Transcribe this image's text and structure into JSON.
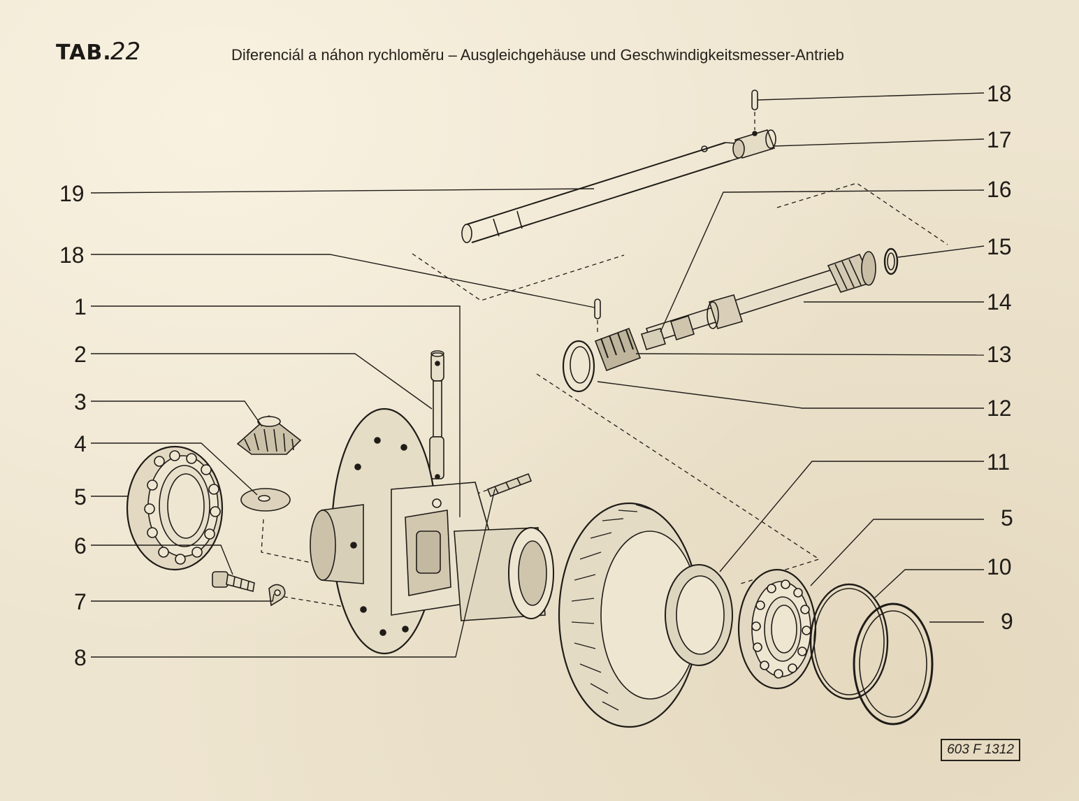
{
  "header": {
    "tab_label": "TAB.",
    "tab_number": "22",
    "title": "Diferenciál a náhon rychloměru – Ausgleichgehäuse und Geschwindigkeitsmesser-Antrieb"
  },
  "callouts": {
    "c18_top": "18",
    "c17": "17",
    "c19": "19",
    "c16": "16",
    "c18_left": "18",
    "c15": "15",
    "c1": "1",
    "c14": "14",
    "c2": "2",
    "c13": "13",
    "c3": "3",
    "c12": "12",
    "c4": "4",
    "c11": "11",
    "c5_left": "5",
    "c5_right": "5",
    "c6": "6",
    "c10": "10",
    "c7": "7",
    "c9": "9",
    "c8": "8"
  },
  "drawing_number": "603 F 1312"
}
